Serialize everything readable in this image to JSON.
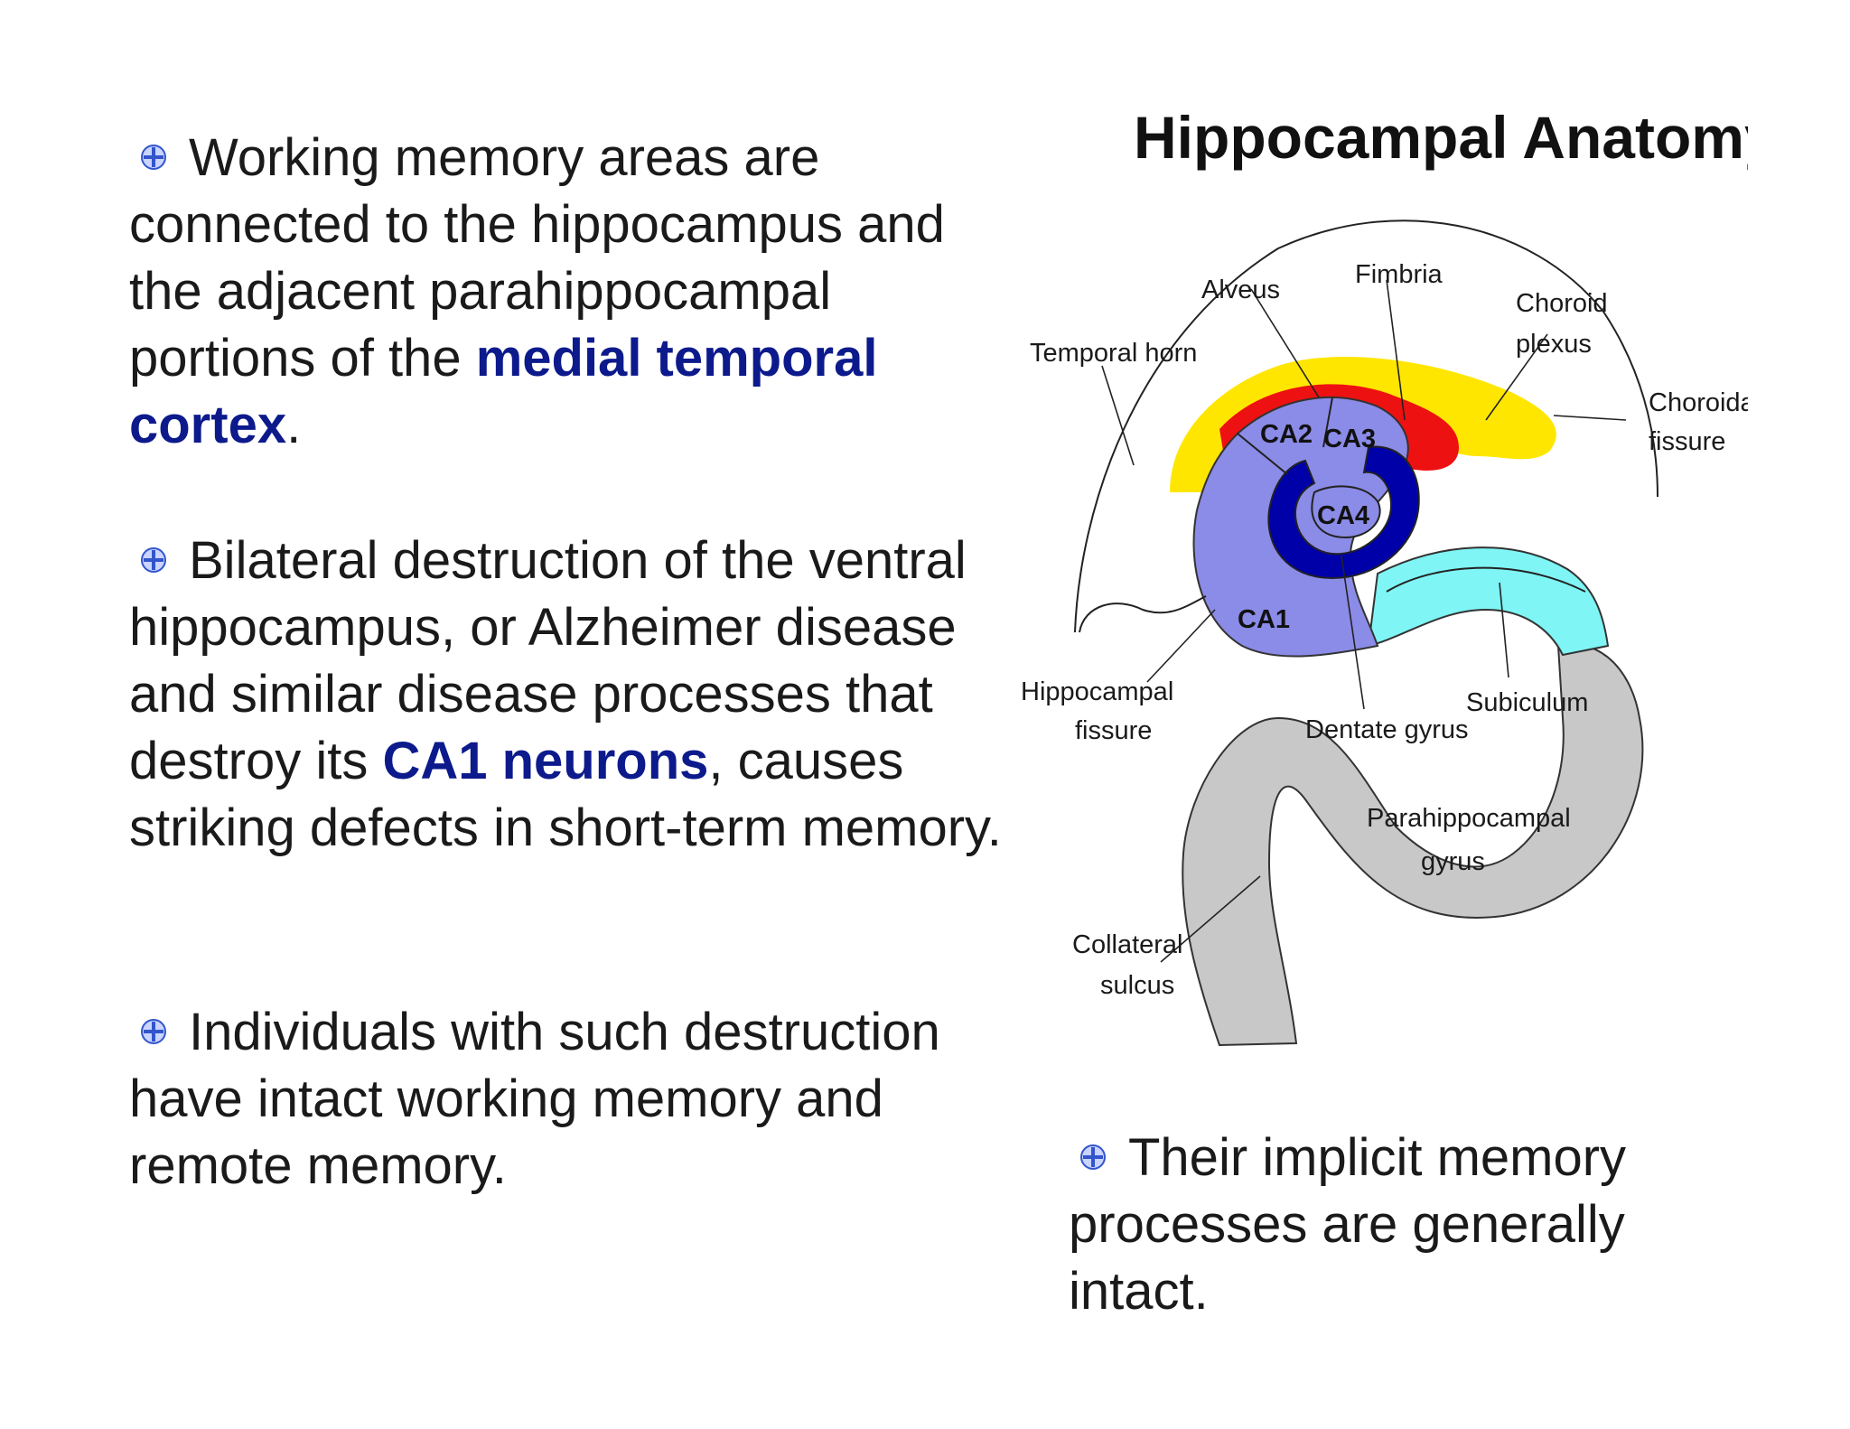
{
  "colors": {
    "emphasis": "#0c1a8c",
    "text": "#1a1a1a",
    "bullet": "#3355cc",
    "alveus_yellow": "#ffe600",
    "fimbria_red": "#ee1111",
    "hippocampus_blue": "#8b8be8",
    "dentate_dark_blue": "#0000a8",
    "subiculum_cyan": "#7ff5f5",
    "parahippocampal_gray": "#c8c8c8"
  },
  "bullet_icon": "plus-circle-icon",
  "bullets": {
    "b1": {
      "text_1": "Working memory areas are connected to the hippocampus and the adjacent parahippocampal portions of the ",
      "emphasis": "medial temporal cortex",
      "text_2": "."
    },
    "b2": {
      "text_1": "Bilateral destruction of the ventral hippocampus, or Alzheimer disease and similar disease processes that destroy its ",
      "emphasis": "CA1 neurons",
      "text_2": ", causes striking defects in short-term memory."
    },
    "b3": {
      "text_1": "Individuals with such destruction have intact working memory and remote memory."
    },
    "b4": {
      "text_1": "Their implicit memory processes are generally intact."
    }
  },
  "diagram": {
    "title": "Hippocampal Anatomy",
    "labels": {
      "alveus": "Alveus",
      "fimbria": "Fimbria",
      "choroid_plexus_1": "Choroid",
      "choroid_plexus_2": "plexus",
      "temporal_horn": "Temporal horn",
      "choroidal_fissure_1": "Choroidal",
      "choroidal_fissure_2": "fissure",
      "ca1": "CA1",
      "ca2": "CA2",
      "ca3": "CA3",
      "ca4": "CA4",
      "hippocampal_fissure_1": "Hippocampal",
      "hippocampal_fissure_2": "fissure",
      "dentate_gyrus": "Dentate gyrus",
      "subiculum": "Subiculum",
      "parahippocampal_gyrus_1": "Parahippocampal",
      "parahippocampal_gyrus_2": "gyrus",
      "collateral_sulcus_1": "Collateral",
      "collateral_sulcus_2": "sulcus"
    }
  }
}
